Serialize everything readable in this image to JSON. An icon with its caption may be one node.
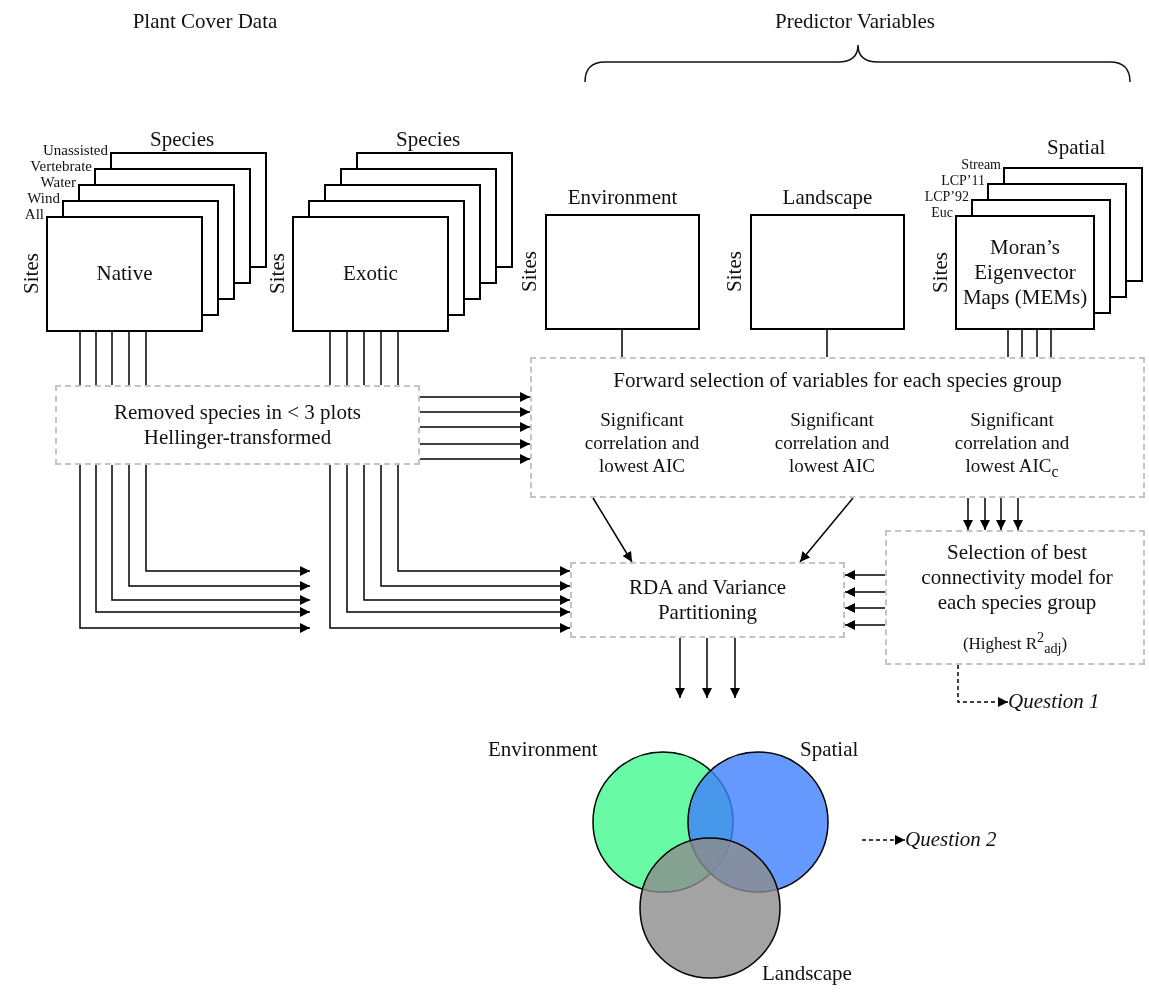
{
  "diagram": {
    "nodes": [
      {
        "text": [
          "Species",
          "Unassisted",
          "Vertebrate",
          "Water",
          "Wind",
          "All",
          "Sites",
          "Native"
        ]
      },
      {
        "text": [
          "Species",
          "Sites",
          "Exotic"
        ]
      },
      {
        "text": [
          "Environment",
          "Sites"
        ]
      },
      {
        "text": [
          "Landscape",
          "Sites"
        ]
      },
      {
        "text": [
          "Spatial",
          "Stream",
          "LCP’11",
          "LCP’92",
          "Euc",
          "Sites",
          "Moran’s Eigenvector Maps (MEMs)"
        ]
      },
      {
        "text": [
          "Removed species in < 3 plots Hellinger-transformed"
        ]
      },
      {
        "text": [
          "Forward selection of variables for each species group",
          "Significant correlation and lowest AIC",
          "Significant correlation and lowest AIC",
          "Significant correlation and lowest AIC$_{c}$"
        ]
      },
      {
        "text": [
          "RDA and Variance Partitioning"
        ]
      },
      {
        "text": [
          "Selection of best connectivity model for each species group",
          "(Highest R$^{2}$$_{adj}$)"
        ]
      },
      {
        "text": [
          "Question 1"
        ]
      },
      {
        "text": [
          "Environment"
        ]
      },
      {
        "text": [
          "Spatial"
        ]
      },
      {
        "text": [
          "Landscape"
        ]
      },
      {
        "text": [
          "Question 2"
        ]
      }
    ],
    "edges": [
      {
        "from": 0,
        "to": 5,
        "arrow": "none"
      },
      {
        "from": 0,
        "to": 5,
        "arrow": "none"
      },
      {
        "from": 0,
        "to": 5,
        "arrow": "none"
      },
      {
        "from": 0,
        "to": 5,
        "arrow": "none"
      },
      {
        "from": 0,
        "to": 5,
        "arrow": "none"
      },
      {
        "from": 5,
        "to": null,
        "arrow": "to"
      },
      {
        "from": 5,
        "to": null,
        "arrow": "to"
      },
      {
        "from": 5,
        "to": null,
        "arrow": "to"
      },
      {
        "from": 5,
        "to": null,
        "arrow": "to"
      },
      {
        "from": 5,
        "to": null,
        "arrow": "to"
      },
      {
        "from": 1,
        "to": 5,
        "arrow": "none"
      },
      {
        "from": 1,
        "to": 5,
        "arrow": "none"
      },
      {
        "from": 1,
        "to": 5,
        "arrow": "none"
      },
      {
        "from": 1,
        "to": 5,
        "arrow": "none"
      },
      {
        "from": 1,
        "to": 5,
        "arrow": "none"
      },
      {
        "from": 5,
        "to": 6,
        "arrow": "to"
      },
      {
        "from": 5,
        "to": 6,
        "arrow": "to"
      },
      {
        "from": 5,
        "to": 6,
        "arrow": "to"
      },
      {
        "from": 5,
        "to": 6,
        "arrow": "to"
      },
      {
        "from": 5,
        "to": 6,
        "arrow": "to"
      },
      {
        "from": 5,
        "to": 7,
        "arrow": "to"
      },
      {
        "from": 5,
        "to": 7,
        "arrow": "to"
      },
      {
        "from": 5,
        "to": 7,
        "arrow": "to"
      },
      {
        "from": 5,
        "to": 7,
        "arrow": "to"
      },
      {
        "from": 5,
        "to": 7,
        "arrow": "to"
      },
      {
        "from": 2,
        "to": 6,
        "arrow": "none"
      },
      {
        "from": 3,
        "to": 6,
        "arrow": "none"
      },
      {
        "from": 4,
        "to": 6,
        "arrow": "none"
      },
      {
        "from": 4,
        "to": 6,
        "arrow": "none"
      },
      {
        "from": 4,
        "to": 6,
        "arrow": "none"
      },
      {
        "from": 4,
        "to": 6,
        "arrow": "none"
      },
      {
        "from": 6,
        "to": 7,
        "arrow": "to"
      },
      {
        "from": 6,
        "to": 7,
        "arrow": "to"
      },
      {
        "from": 6,
        "to": 8,
        "arrow": "to"
      },
      {
        "from": 6,
        "to": 8,
        "arrow": "to"
      },
      {
        "from": 6,
        "to": 8,
        "arrow": "to"
      },
      {
        "from": 6,
        "to": 8,
        "arrow": "to"
      },
      {
        "from": 8,
        "to": 7,
        "arrow": "to"
      },
      {
        "from": 8,
        "to": 7,
        "arrow": "to"
      },
      {
        "from": 8,
        "to": 7,
        "arrow": "to"
      },
      {
        "from": 8,
        "to": 7,
        "arrow": "to"
      },
      {
        "from": 8,
        "to": 9,
        "arrow": "to",
        "style": "dashed"
      },
      {
        "from": 7,
        "to": null,
        "arrow": "to"
      },
      {
        "from": 7,
        "to": null,
        "arrow": "to"
      },
      {
        "from": 7,
        "to": null,
        "arrow": "to"
      },
      {
        "from": null,
        "to": 13,
        "arrow": "to",
        "style": "dashed"
      }
    ],
    "labels": [
      "Plant Cover Data",
      "Predictor Variables"
    ]
  }
}
